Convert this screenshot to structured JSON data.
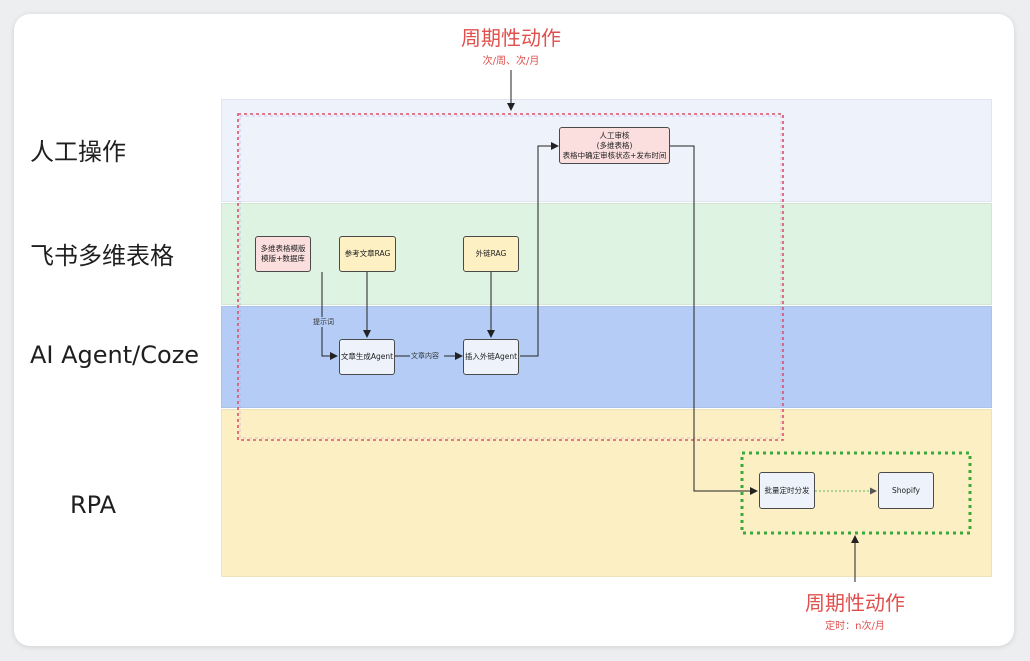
{
  "lanes": [
    {
      "label": "人工操作"
    },
    {
      "label": "飞书多维表格"
    },
    {
      "label": "AI Agent/Coze"
    },
    {
      "label": "RPA"
    }
  ],
  "nodes": {
    "manual_review": {
      "line1": "人工审核",
      "line2": "(多维表格)",
      "line3": "表格中确定审核状态+发布时间"
    },
    "template": {
      "line1": "多维表格模版",
      "line2": "模版+数据库"
    },
    "ref_rag": {
      "label": "参考文章RAG"
    },
    "link_rag": {
      "label": "外链RAG"
    },
    "article_agent": {
      "label": "文章生成Agent"
    },
    "insert_agent": {
      "label": "插入外链Agent"
    },
    "batch_publish": {
      "label": "批量定时分发"
    },
    "shopify": {
      "label": "Shopify"
    }
  },
  "edge_labels": {
    "prompt": "提示词",
    "content": "文章内容"
  },
  "periodic_top": {
    "title": "周期性动作",
    "subtitle": "次/周、次/月"
  },
  "periodic_bottom": {
    "title": "周期性动作",
    "subtitle": "定时：n次/月"
  },
  "colors": {
    "accent_red": "#e0504d",
    "group_red_border": "#d9536a",
    "group_green_border": "#3aa83a"
  }
}
